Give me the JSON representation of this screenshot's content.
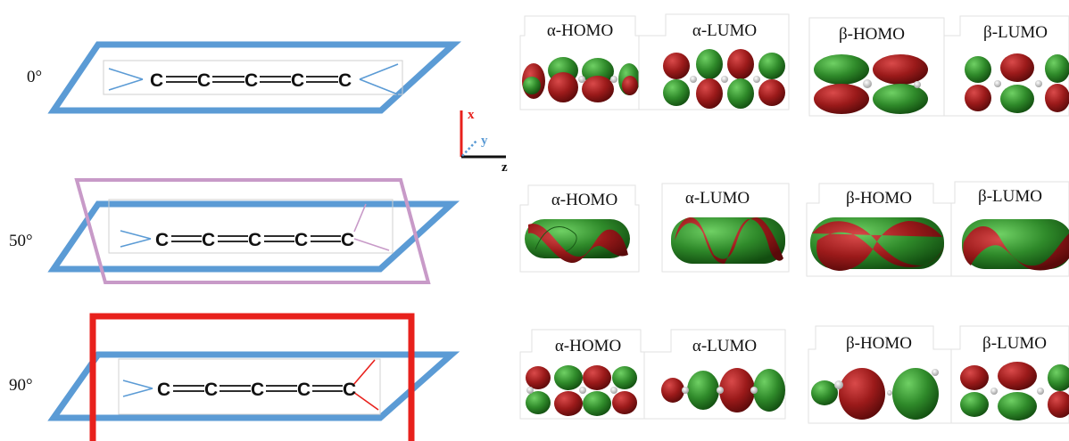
{
  "rows": [
    {
      "angle": "0°",
      "atoms": [
        "C",
        "C",
        "C",
        "C",
        "C"
      ],
      "orbitals": [
        "α-HOMO",
        "α-LUMO",
        "β-HOMO",
        "β-LUMO"
      ]
    },
    {
      "angle": "50°",
      "atoms": [
        "C",
        "C",
        "C",
        "C",
        "C"
      ],
      "orbitals": [
        "α-HOMO",
        "α-LUMO",
        "β-HOMO",
        "β-LUMO"
      ]
    },
    {
      "angle": "90°",
      "atoms": [
        "C",
        "C",
        "C",
        "C",
        "C"
      ],
      "orbitals": [
        "α-HOMO",
        "α-LUMO",
        "β-HOMO",
        "β-LUMO"
      ]
    }
  ],
  "axes": {
    "x": "x",
    "y": "y",
    "z": "z"
  },
  "colors": {
    "plane_blue": "#5b9bd5",
    "plane_pink": "#c89ac8",
    "plane_red": "#e8211c",
    "lobe_red": "#9b1a1a",
    "lobe_green": "#2f8a2a",
    "axis_x": "#e8211c",
    "axis_y": "#5b9bd5",
    "axis_z": "#111111"
  }
}
